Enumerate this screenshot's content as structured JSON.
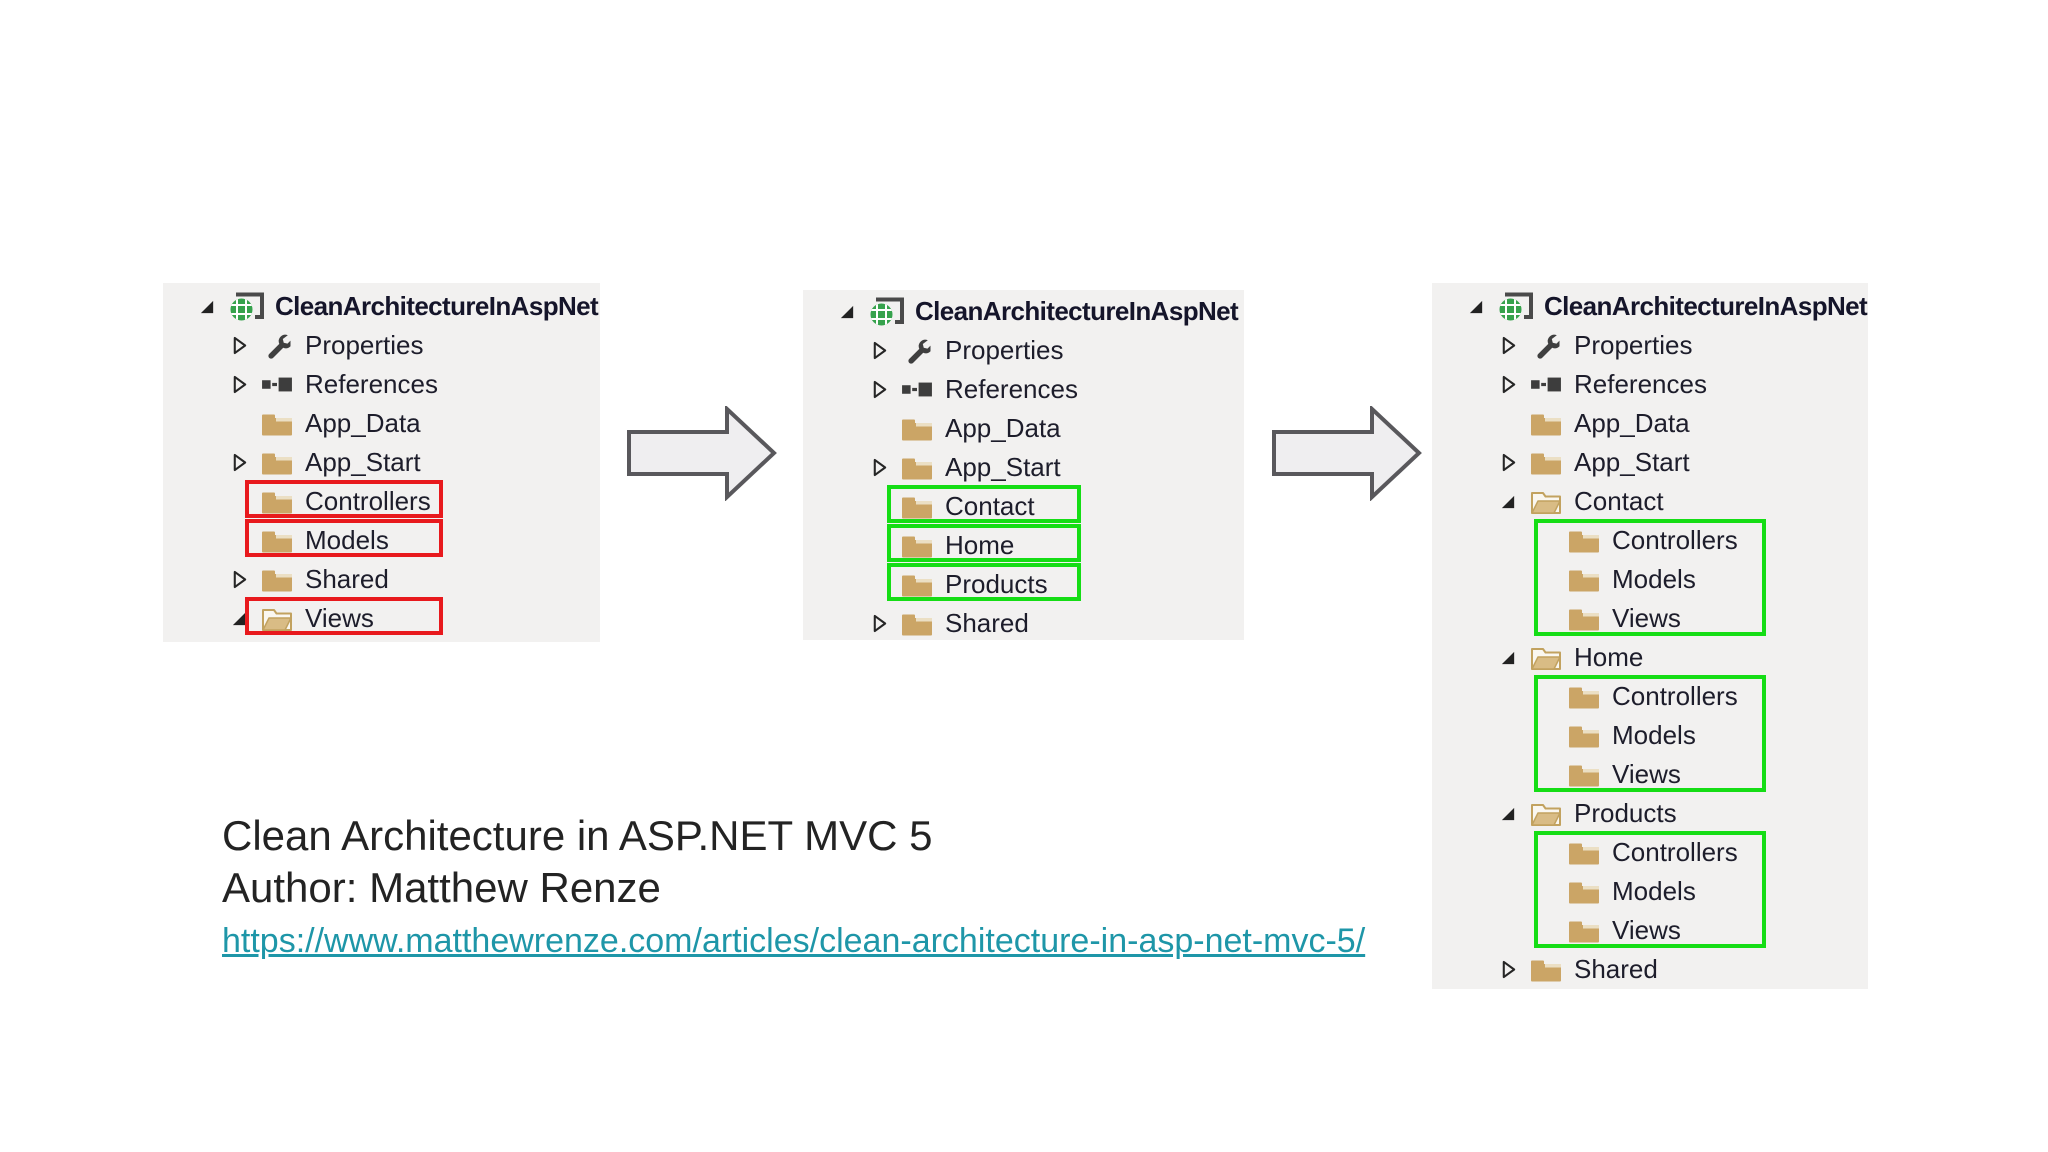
{
  "footer": {
    "title": "Clean Architecture in ASP.NET MVC 5",
    "author": "Author: Matthew Renze",
    "link": "https://www.matthewrenze.com/articles/clean-architecture-in-asp-net-mvc-5/"
  },
  "colors": {
    "red_highlight": "#E8191D",
    "green_highlight": "#15DD15",
    "folder": "#CBA566",
    "panel_background": "#F2F1F0",
    "link": "#1E96A8",
    "arrow_fill": "#EFEEF0",
    "arrow_stroke": "#59585C"
  },
  "trees": [
    {
      "name": "standard-mvc-structure",
      "items": [
        {
          "label": "CleanArchitectureInAspNet",
          "icon": "web-application",
          "chevron": "expanded",
          "level": 0,
          "highlight": null
        },
        {
          "label": "Properties",
          "icon": "wrench",
          "chevron": "collapsed",
          "level": 1,
          "highlight": null
        },
        {
          "label": "References",
          "icon": "references",
          "chevron": "collapsed",
          "level": 1,
          "highlight": null
        },
        {
          "label": "App_Data",
          "icon": "folder",
          "chevron": "none",
          "level": 1,
          "highlight": null
        },
        {
          "label": "App_Start",
          "icon": "folder",
          "chevron": "collapsed",
          "level": 1,
          "highlight": null
        },
        {
          "label": "Controllers",
          "icon": "folder",
          "chevron": "none",
          "level": 1,
          "highlight": "red"
        },
        {
          "label": "Models",
          "icon": "folder",
          "chevron": "none",
          "level": 1,
          "highlight": "red"
        },
        {
          "label": "Shared",
          "icon": "folder",
          "chevron": "collapsed",
          "level": 1,
          "highlight": null
        },
        {
          "label": "Views",
          "icon": "folder-open",
          "chevron": "expanded",
          "level": 1,
          "highlight": "red"
        }
      ]
    },
    {
      "name": "feature-folders-structure",
      "items": [
        {
          "label": "CleanArchitectureInAspNet",
          "icon": "web-application",
          "chevron": "expanded",
          "level": 0,
          "highlight": null
        },
        {
          "label": "Properties",
          "icon": "wrench",
          "chevron": "collapsed",
          "level": 1,
          "highlight": null
        },
        {
          "label": "References",
          "icon": "references",
          "chevron": "collapsed",
          "level": 1,
          "highlight": null
        },
        {
          "label": "App_Data",
          "icon": "folder",
          "chevron": "none",
          "level": 1,
          "highlight": null
        },
        {
          "label": "App_Start",
          "icon": "folder",
          "chevron": "collapsed",
          "level": 1,
          "highlight": null
        },
        {
          "label": "Contact",
          "icon": "folder",
          "chevron": "none",
          "level": 1,
          "highlight": "green"
        },
        {
          "label": "Home",
          "icon": "folder",
          "chevron": "none",
          "level": 1,
          "highlight": "green"
        },
        {
          "label": "Products",
          "icon": "folder",
          "chevron": "none",
          "level": 1,
          "highlight": "green"
        },
        {
          "label": "Shared",
          "icon": "folder",
          "chevron": "collapsed",
          "level": 1,
          "highlight": null
        }
      ]
    },
    {
      "name": "clean-architecture-structure",
      "items": [
        {
          "label": "CleanArchitectureInAspNet",
          "icon": "web-application",
          "chevron": "expanded",
          "level": 0,
          "highlight": null
        },
        {
          "label": "Properties",
          "icon": "wrench",
          "chevron": "collapsed",
          "level": 1,
          "highlight": null
        },
        {
          "label": "References",
          "icon": "references",
          "chevron": "collapsed",
          "level": 1,
          "highlight": null
        },
        {
          "label": "App_Data",
          "icon": "folder",
          "chevron": "none",
          "level": 1,
          "highlight": null
        },
        {
          "label": "App_Start",
          "icon": "folder",
          "chevron": "collapsed",
          "level": 1,
          "highlight": null
        },
        {
          "label": "Contact",
          "icon": "folder-open",
          "chevron": "expanded",
          "level": 1,
          "highlight": null
        },
        {
          "label": "Controllers",
          "icon": "folder",
          "chevron": "none",
          "level": 2,
          "highlight": "green-group"
        },
        {
          "label": "Models",
          "icon": "folder",
          "chevron": "none",
          "level": 2,
          "highlight": "green-group"
        },
        {
          "label": "Views",
          "icon": "folder",
          "chevron": "none",
          "level": 2,
          "highlight": "green-group"
        },
        {
          "label": "Home",
          "icon": "folder-open",
          "chevron": "expanded",
          "level": 1,
          "highlight": null
        },
        {
          "label": "Controllers",
          "icon": "folder",
          "chevron": "none",
          "level": 2,
          "highlight": "green-group"
        },
        {
          "label": "Models",
          "icon": "folder",
          "chevron": "none",
          "level": 2,
          "highlight": "green-group"
        },
        {
          "label": "Views",
          "icon": "folder",
          "chevron": "none",
          "level": 2,
          "highlight": "green-group"
        },
        {
          "label": "Products",
          "icon": "folder-open",
          "chevron": "expanded",
          "level": 1,
          "highlight": null
        },
        {
          "label": "Controllers",
          "icon": "folder",
          "chevron": "none",
          "level": 2,
          "highlight": "green-group"
        },
        {
          "label": "Models",
          "icon": "folder",
          "chevron": "none",
          "level": 2,
          "highlight": "green-group"
        },
        {
          "label": "Views",
          "icon": "folder",
          "chevron": "none",
          "level": 2,
          "highlight": "green-group"
        },
        {
          "label": "Shared",
          "icon": "folder",
          "chevron": "collapsed",
          "level": 1,
          "highlight": null
        }
      ]
    }
  ]
}
